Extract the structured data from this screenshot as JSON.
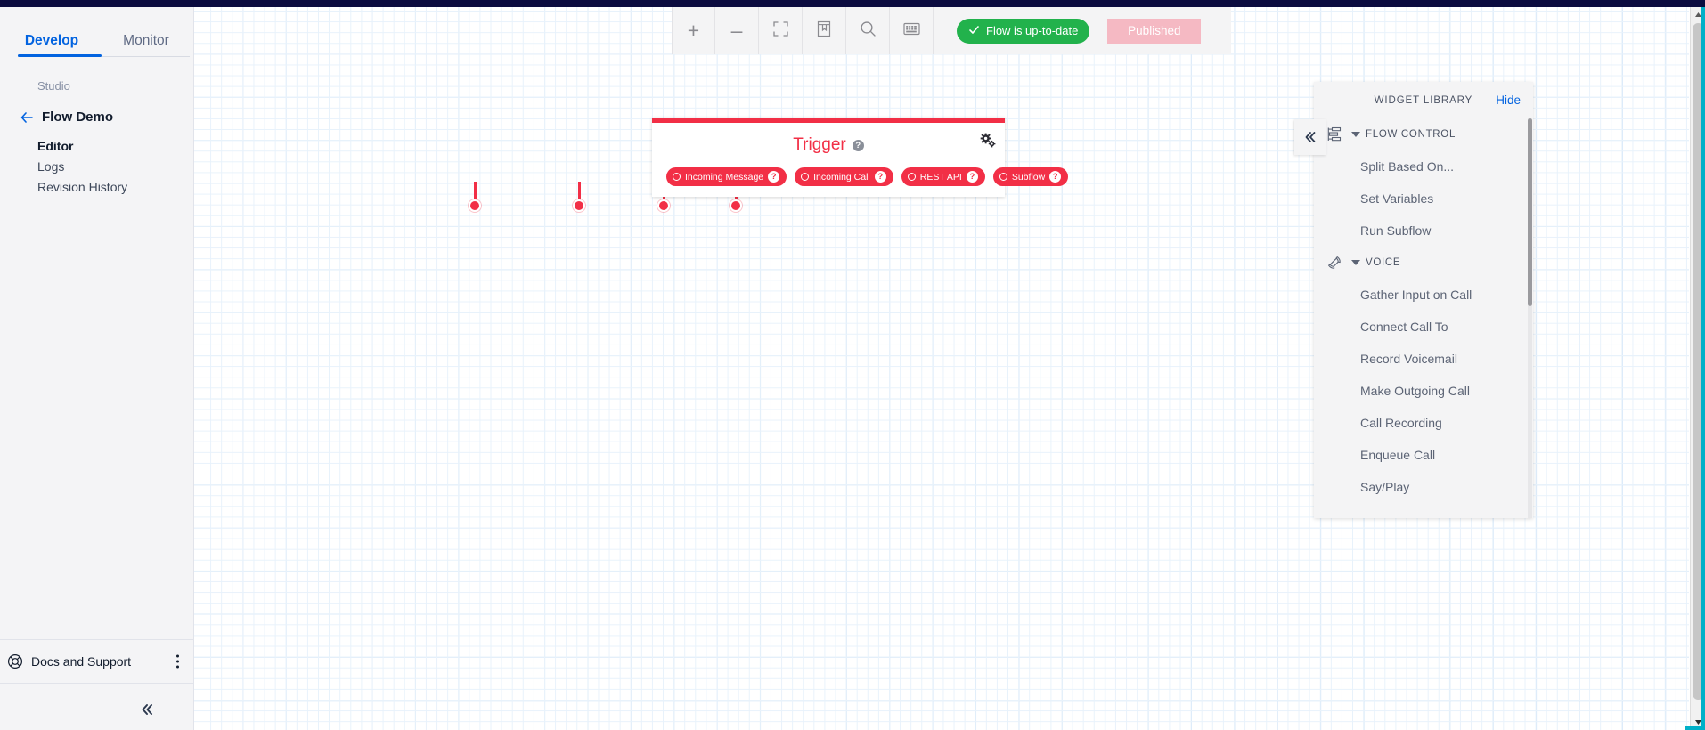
{
  "colors": {
    "accent_blue": "#0263e0",
    "trigger_red": "#f22f46",
    "status_green": "#22b24c",
    "published_pink": "#f5b9c3",
    "topbar_navy": "#0b0b3f",
    "panel_gray": "#f4f4f5",
    "grid_line": "#cfe3f7"
  },
  "sidebar": {
    "tabs": [
      {
        "label": "Develop",
        "active": true
      },
      {
        "label": "Monitor",
        "active": false
      }
    ],
    "breadcrumb": "Studio",
    "flow_name": "Flow Demo",
    "links": [
      {
        "label": "Editor",
        "active": true
      },
      {
        "label": "Logs",
        "active": false
      },
      {
        "label": "Revision History",
        "active": false
      }
    ],
    "docs": {
      "label": "Docs and Support",
      "icon": "lifebuoy-icon",
      "menu_icon": "kebab-menu-icon"
    },
    "collapse_icon": "double-chevron-left-icon"
  },
  "toolbar": {
    "buttons": [
      {
        "name": "zoom-in",
        "glyph": "+",
        "icon": "plus-icon"
      },
      {
        "name": "zoom-out",
        "glyph": "–",
        "icon": "minus-icon"
      },
      {
        "name": "fit-to-screen",
        "icon": "fit-screen-icon"
      },
      {
        "name": "widget-library-book",
        "icon": "book-icon"
      },
      {
        "name": "search",
        "icon": "search-icon"
      },
      {
        "name": "keyboard-shortcuts",
        "icon": "keyboard-icon"
      }
    ],
    "status_label": "Flow is up-to-date",
    "status_icon": "check-icon",
    "publish_label": "Published"
  },
  "trigger_widget": {
    "title": "Trigger",
    "help_icon": "question-mark-icon",
    "settings_icon": "gears-icon",
    "pills": [
      {
        "label": "Incoming Message",
        "dot_icon": "circle-outline-icon",
        "help_icon": "question-mark-icon"
      },
      {
        "label": "Incoming Call",
        "dot_icon": "circle-outline-icon",
        "help_icon": "question-mark-icon"
      },
      {
        "label": "REST API",
        "dot_icon": "circle-outline-icon",
        "help_icon": "question-mark-icon"
      },
      {
        "label": "Subflow",
        "dot_icon": "circle-outline-icon",
        "help_icon": "question-mark-icon"
      }
    ]
  },
  "library": {
    "title": "WIDGET LIBRARY",
    "hide_label": "Hide",
    "collapse_icon": "double-chevron-left-icon",
    "sections": [
      {
        "label": "FLOW CONTROL",
        "icon": "flow-control-icon",
        "expanded": true,
        "items": [
          "Split Based On...",
          "Set Variables",
          "Run Subflow"
        ]
      },
      {
        "label": "VOICE",
        "icon": "phone-icon",
        "expanded": true,
        "items": [
          "Gather Input on Call",
          "Connect Call To",
          "Record Voicemail",
          "Make Outgoing Call",
          "Call Recording",
          "Enqueue Call",
          "Say/Play"
        ]
      }
    ]
  }
}
